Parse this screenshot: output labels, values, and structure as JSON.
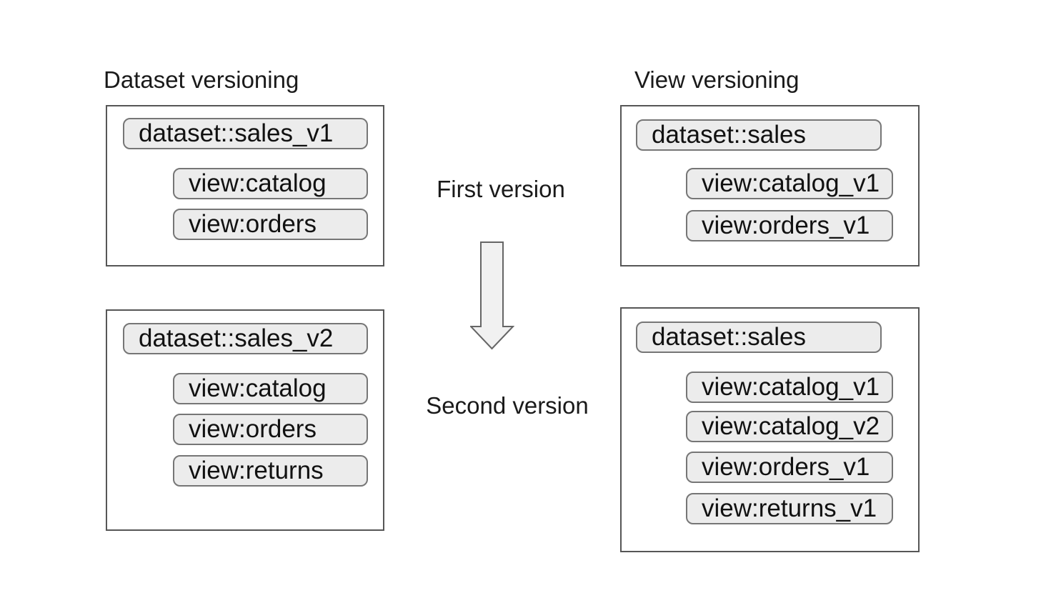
{
  "titles": {
    "left": "Dataset versioning",
    "right": "View versioning"
  },
  "center": {
    "first_label": "First version",
    "second_label": "Second version",
    "arrow_icon": "down-block-arrow-icon"
  },
  "panels": {
    "dataset_versioning": [
      {
        "dataset": "dataset::sales_v1",
        "views": [
          "view:catalog",
          "view:orders"
        ]
      },
      {
        "dataset": "dataset::sales_v2",
        "views": [
          "view:catalog",
          "view:orders",
          "view:returns"
        ]
      }
    ],
    "view_versioning": [
      {
        "dataset": "dataset::sales",
        "views": [
          "view:catalog_v1",
          "view:orders_v1"
        ]
      },
      {
        "dataset": "dataset::sales",
        "views": [
          "view:catalog_v1",
          "view:catalog_v2",
          "view:orders_v1",
          "view:returns_v1"
        ]
      }
    ]
  },
  "colors": {
    "background": "#ffffff",
    "pill_fill": "#ececec",
    "pill_border": "#767676",
    "box_border": "#565656",
    "arrow_fill": "#f1f1f1",
    "arrow_stroke": "#666666",
    "text": "#111111"
  }
}
